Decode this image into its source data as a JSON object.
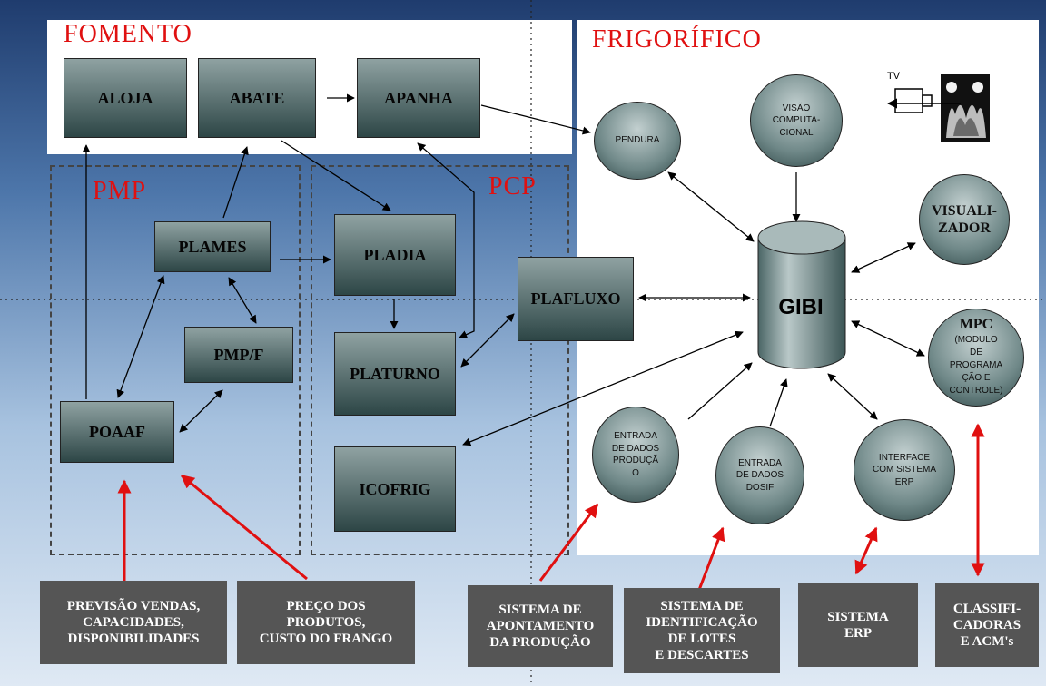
{
  "colors": {
    "accent_red": "#e01010",
    "box_dark": "#2d4646",
    "bottom_box": "#555555"
  },
  "sections": {
    "fomento": "FOMENTO",
    "frigorifico": "FRIGORÍFICO",
    "pmp": "PMP",
    "pcp": "PCP"
  },
  "boxes": {
    "aloja": "ALOJA",
    "abate": "ABATE",
    "apanha": "APANHA",
    "plames": "PLAMES",
    "pladia": "PLADIA",
    "plafluxo": "PLAFLUXO",
    "pmpf": "PMP/F",
    "platurno": "PLATURNO",
    "poaaf": "POAAF",
    "icofrig": "ICOFRIG"
  },
  "circles": {
    "pendura": "PENDURA",
    "visao": "VISÃO\nCOMPUTA-\nCIONAL",
    "visualizador": "VISUALI-\nZADOR",
    "mpc_title": "MPC",
    "mpc_sub": "(MODULO\nDE\nPROGRAMA\nÇÃO E\nCONTROLE)",
    "entrada_producao": "ENTRADA\nDE DADOS\nPRODUÇÃ\nO",
    "entrada_dosif": "ENTRADA\nDE DADOS\nDOSIF",
    "interface_erp": "INTERFACE\nCOM SISTEMA\nERP"
  },
  "gibi": "GIBI",
  "tv": "TV",
  "bottom": {
    "previsao": "PREVISÃO VENDAS,\nCAPACIDADES,\nDISPONIBILIDADES",
    "preco": "PREÇO DOS\nPRODUTOS,\nCUSTO DO FRANGO",
    "apontamento": "SISTEMA DE\nAPONTAMENTO\nDA PRODUÇÃO",
    "identificacao": "SISTEMA DE\nIDENTIFICAÇÃO\nDE LOTES\nE DESCARTES",
    "sistema_erp": "SISTEMA\nERP",
    "classificadoras": "CLASSIFI-\nCADORAS\nE ACM's"
  }
}
